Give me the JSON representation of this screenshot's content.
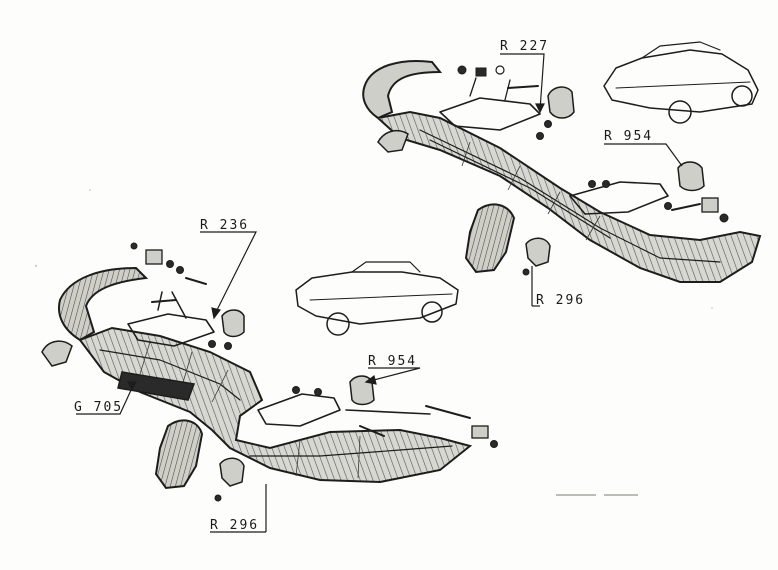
{
  "labels": {
    "r227": "R 227",
    "r954_top": "R 954",
    "r296_top": "R 296",
    "r236": "R 236",
    "r954_bottom": "R 954",
    "g705": "G 705",
    "r296_bottom": "R 296"
  }
}
